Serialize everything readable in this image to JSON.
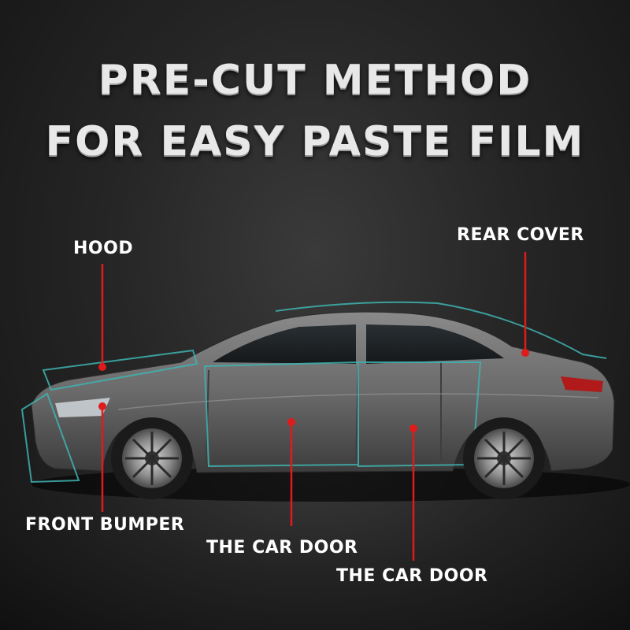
{
  "title": {
    "line1": "PRE-CUT METHOD",
    "line2": "FOR EASY PASTE FILM"
  },
  "labels": {
    "hood": "HOOD",
    "rear_cover": "REAR COVER",
    "front_bumper": "FRONT BUMPER",
    "front_door": "THE CAR DOOR",
    "rear_door": "THE CAR DOOR"
  },
  "colors": {
    "accent": "#e01b1b",
    "film_outline": "#3fb3b0",
    "car_body": "#6b6b6b"
  }
}
